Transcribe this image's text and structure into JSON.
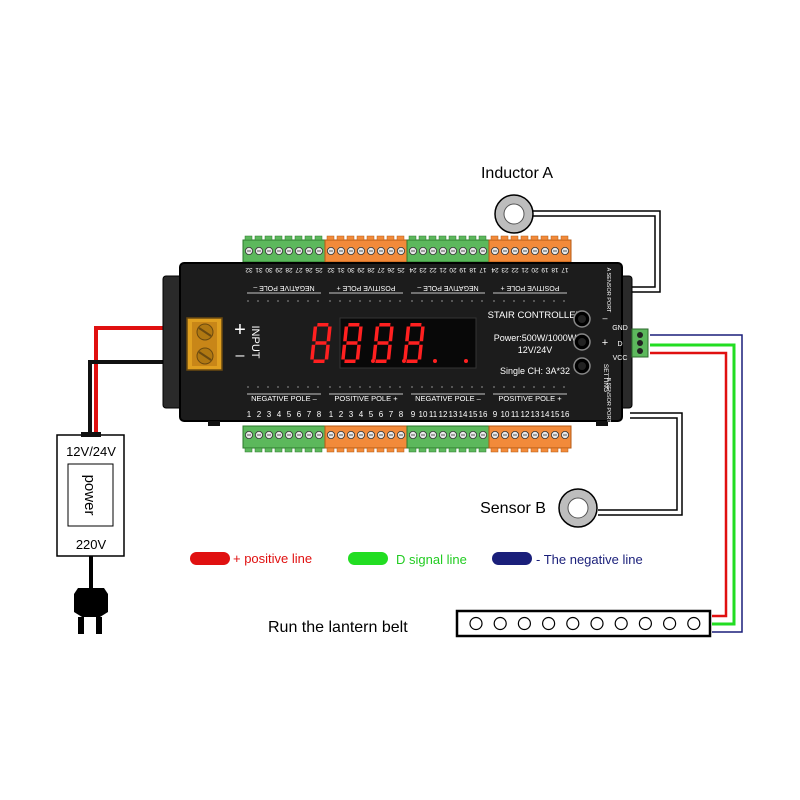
{
  "labels": {
    "inductor_a": "Inductor A",
    "sensor_b": "Sensor B",
    "run_belt": "Run the lantern belt"
  },
  "power_supply": {
    "voltage_out": "12V/24V",
    "name": "power",
    "voltage_in": "220V"
  },
  "controller": {
    "title": "STAIR CONTROLLER",
    "power": "Power:500W/1000W",
    "voltage": "12V/24V",
    "channel": "Single CH: 3A*32",
    "input_label": "INPUT",
    "plus": "+",
    "minus": "–",
    "setting": "SETTING",
    "btn_minus": "–",
    "btn_plus": "+",
    "port_a": "A SENSOR PORT",
    "port_b": "B SENSOR PORT",
    "gnd": "GND",
    "d": "D",
    "vcc": "VCC",
    "top_labels": [
      "NEGATIVE POLE –",
      "POSITIVE POLE +",
      "NEGATIVE POLE –",
      "POSITIVE POLE +"
    ],
    "bottom_labels": [
      "NEGATIVE POLE –",
      "POSITIVE POLE +",
      "NEGATIVE POLE –",
      "POSITIVE POLE +"
    ],
    "top_numbers": [
      [
        "32",
        "31",
        "30",
        "29",
        "28",
        "27",
        "26",
        "25"
      ],
      [
        "32",
        "31",
        "30",
        "29",
        "28",
        "27",
        "26",
        "25"
      ],
      [
        "24",
        "23",
        "22",
        "21",
        "20",
        "19",
        "18",
        "17"
      ],
      [
        "24",
        "23",
        "22",
        "21",
        "20",
        "19",
        "18",
        "17"
      ]
    ],
    "bottom_numbers": [
      [
        "1",
        "2",
        "3",
        "4",
        "5",
        "6",
        "7",
        "8"
      ],
      [
        "1",
        "2",
        "3",
        "4",
        "5",
        "6",
        "7",
        "8"
      ],
      [
        "9",
        "10",
        "11",
        "12",
        "13",
        "14",
        "15",
        "16"
      ],
      [
        "9",
        "10",
        "11",
        "12",
        "13",
        "14",
        "15",
        "16"
      ]
    ]
  },
  "legend": {
    "positive": "+ positive line",
    "signal": "D signal line",
    "negative": "- The negative line"
  },
  "colors": {
    "red": "#e01010",
    "green": "#22dd22",
    "blue": "#1a1f7a",
    "board": "#1c1c1c",
    "terminal_green": "#5cb85c",
    "terminal_orange": "#f28a3a"
  }
}
